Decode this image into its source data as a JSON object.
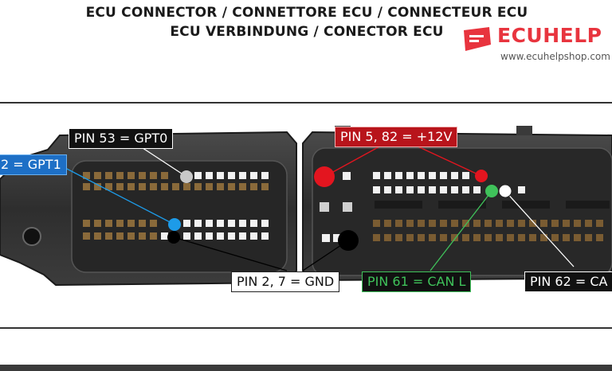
{
  "heading": {
    "line1": "ECU CONNECTOR / CONNETTORE ECU / CONNECTEUR ECU",
    "line2": "ECU VERBINDUNG / CONECTOR ECU"
  },
  "logo": {
    "brand": "ECUHELP",
    "url": "www.ecuhelpshop.com",
    "color": "#e8343e"
  },
  "labels": {
    "gpt0": "PIN 53 = GPT0",
    "gpt1": "2 = GPT1",
    "power": "PIN 5, 82 = +12V",
    "gnd": "PIN 2, 7 = GND",
    "canl": "PIN 61 = CAN L",
    "canh": "PIN 62 = CA"
  },
  "colors": {
    "gpt1": "#1d9be8",
    "power": "#e3151f",
    "gnd": "#000000",
    "canl": "#3fc25a",
    "gpt0": "#c8c8c8",
    "canh": "#ffffff"
  }
}
